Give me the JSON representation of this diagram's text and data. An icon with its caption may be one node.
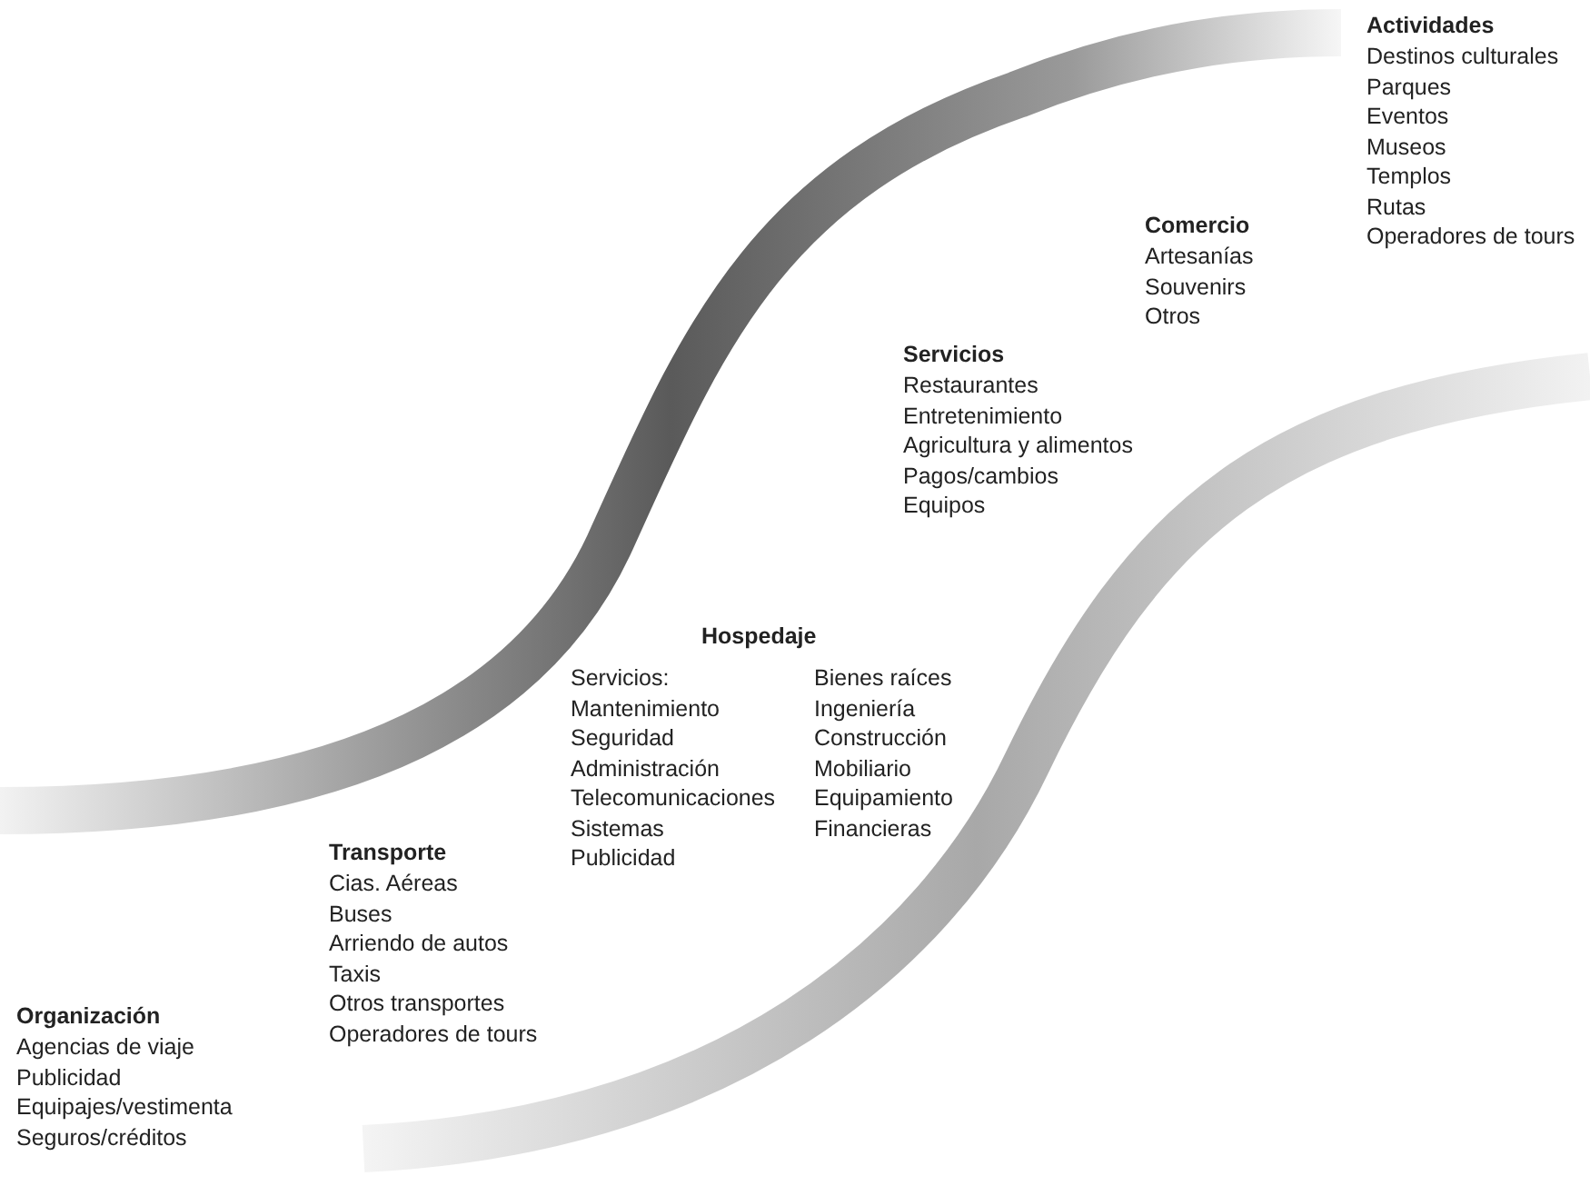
{
  "diagram": {
    "labels": [
      "Actividades",
      "Destinos culturales",
      "Parques",
      "Eventos",
      "Museos",
      "Templos",
      "Rutas",
      "Operadores de tours",
      "Comercio",
      "Artesanías",
      "Souvenirs",
      "Otros",
      "Servicios",
      "Restaurantes",
      "Entretenimiento",
      "Agricultura y alimentos",
      "Pagos/cambios",
      "Equipos",
      "Hospedaje",
      "Servicios:",
      "Mantenimiento",
      "Seguridad",
      "Administración",
      "Telecomunicaciones",
      "Sistemas",
      "Publicidad",
      "Bienes raíces",
      "Ingeniería",
      "Construcción",
      "Mobiliario",
      "Equipamiento",
      "Financieras",
      "Transporte",
      "Cias. Aéreas",
      "Buses",
      "Arriendo de autos",
      "Taxis",
      "Otros transportes",
      "Operadores de tours",
      "Organización",
      "Agencias de viaje",
      "Publicidad",
      "Equipajes/vestimenta",
      "Seguros/créditos"
    ]
  }
}
